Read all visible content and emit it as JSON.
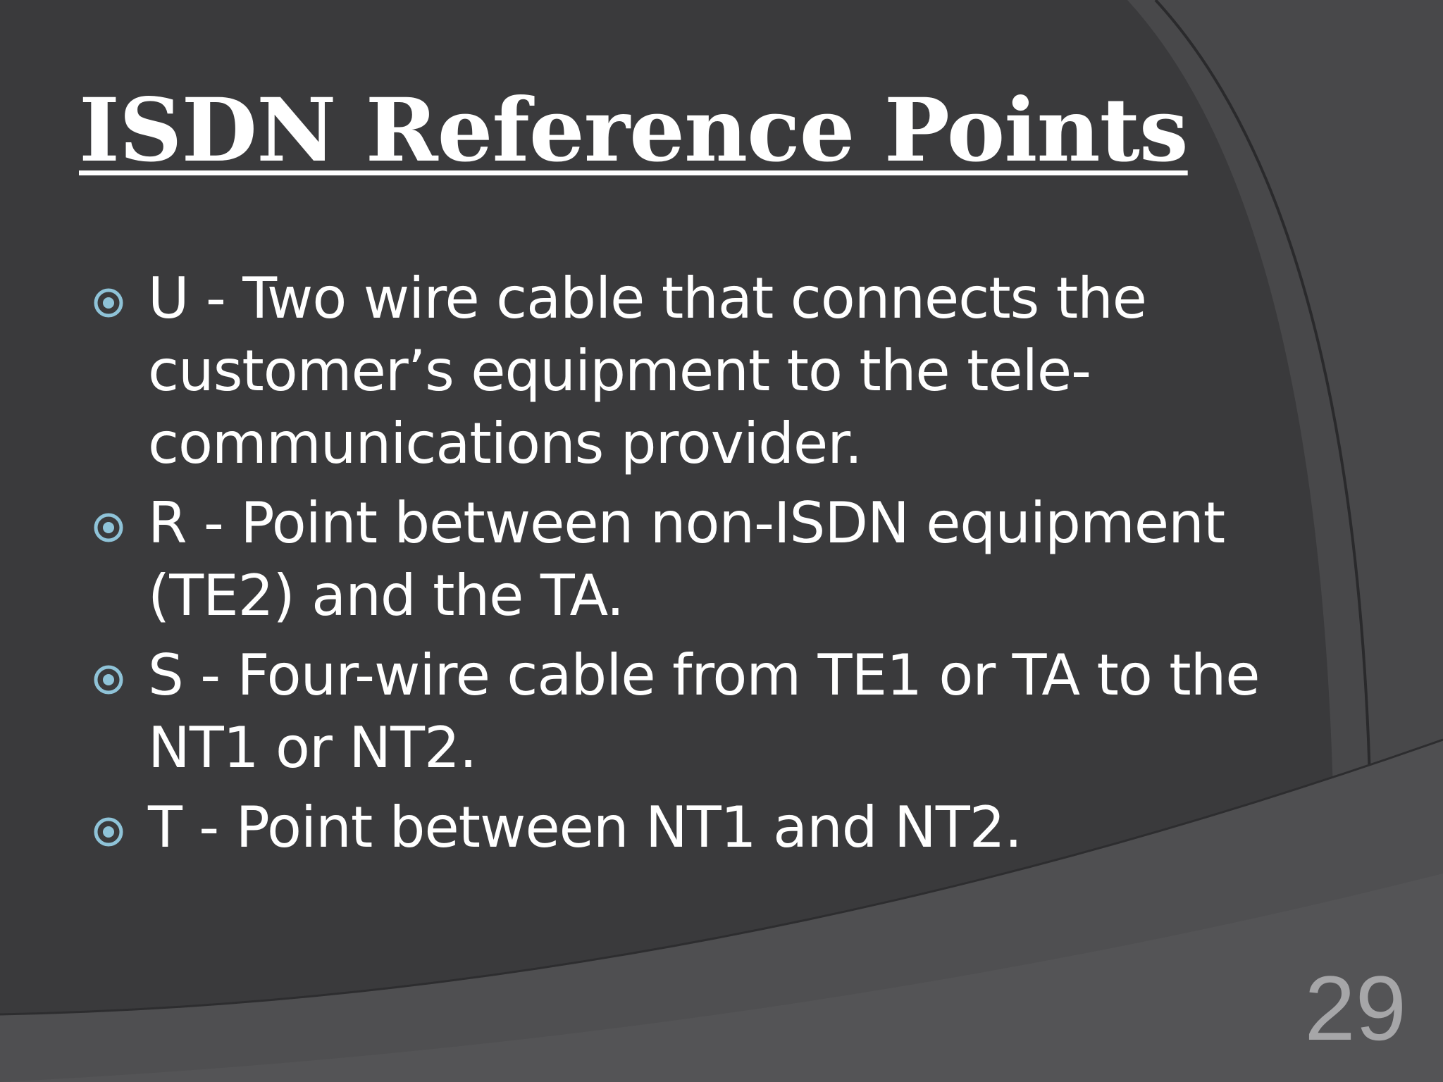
{
  "slide": {
    "title": "ISDN Reference Points",
    "bullets": [
      {
        "text": "U - Two wire cable that connects the customer’s equipment to the tele-communications provider."
      },
      {
        "text": "R - Point between non-ISDN equipment (TE2) and the TA."
      },
      {
        "text": "S - Four-wire cable from TE1 or TA to the NT1 or NT2."
      },
      {
        "text": "T - Point between NT1 and NT2."
      }
    ],
    "page_number": "29"
  },
  "colors": {
    "background": "#3a3a3c",
    "text": "#ffffff",
    "bullet_accent": "#8fc3d8",
    "page_number": "#a6a6a8"
  },
  "icons": {
    "bullet": "ring-bullet-icon"
  }
}
